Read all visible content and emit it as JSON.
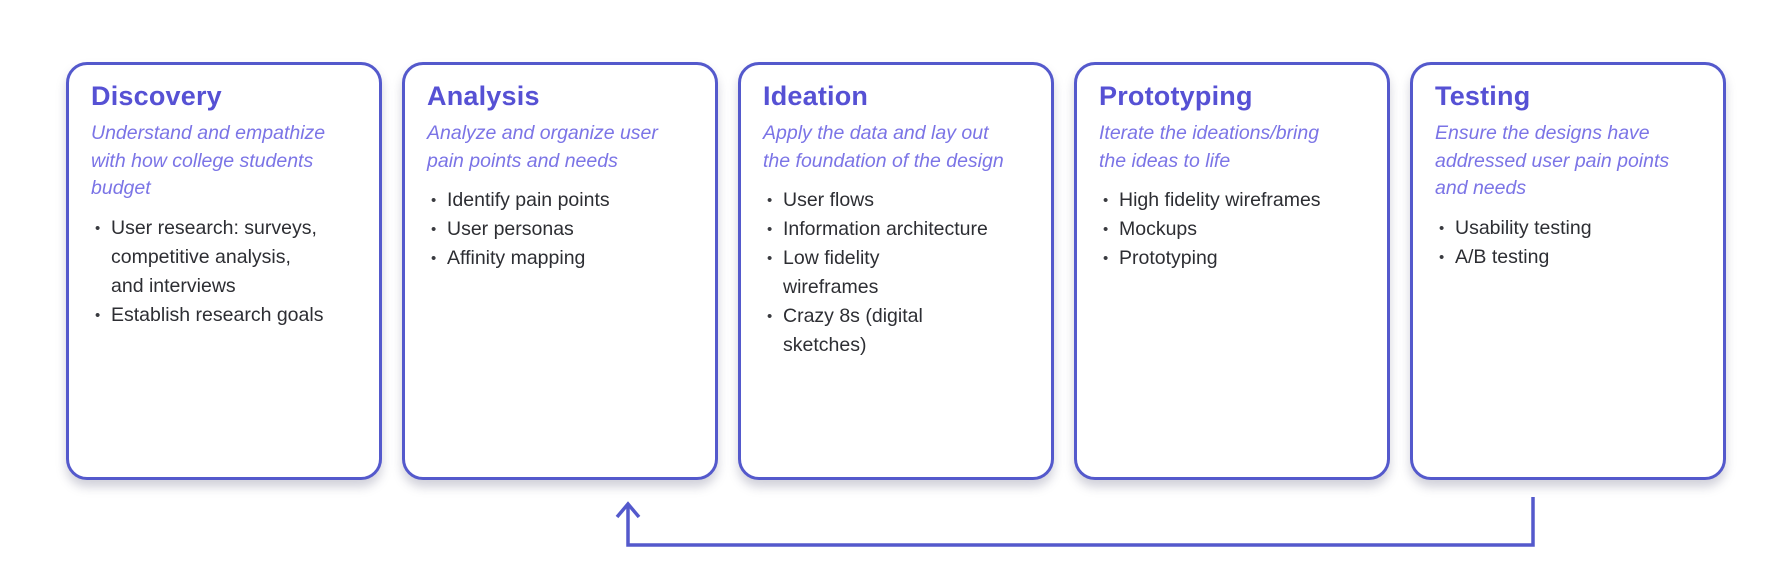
{
  "colors": {
    "accent_border": "#5459cc",
    "title": "#5651d4",
    "subtitle": "#7b74e6",
    "body_text": "#2d2e33",
    "arrow": "#5459cc",
    "background": "#ffffff"
  },
  "phases": [
    {
      "title": "Discovery",
      "subtitle": "Understand and empathize\nwith how college students\nbudget",
      "bullets": [
        "User research: surveys,\ncompetitive analysis,\nand interviews",
        "Establish research goals"
      ]
    },
    {
      "title": "Analysis",
      "subtitle": "Analyze and organize user\npain points and needs",
      "bullets": [
        "Identify pain points",
        "User personas",
        "Affinity mapping"
      ]
    },
    {
      "title": "Ideation",
      "subtitle": "Apply the data and lay out\nthe foundation of the design",
      "bullets": [
        "User flows",
        "Information architecture",
        "Low fidelity\nwireframes",
        "Crazy 8s (digital\nsketches)"
      ]
    },
    {
      "title": "Prototyping",
      "subtitle": "Iterate the ideations/bring\nthe ideas to life",
      "bullets": [
        "High fidelity wireframes",
        "Mockups",
        "Prototyping"
      ]
    },
    {
      "title": "Testing",
      "subtitle": "Ensure the designs have\naddressed user pain points\nand needs",
      "bullets": [
        "Usability testing",
        "A/B testing"
      ]
    }
  ],
  "arrow": {
    "from_phase": "Testing",
    "to_phase": "Analysis"
  }
}
